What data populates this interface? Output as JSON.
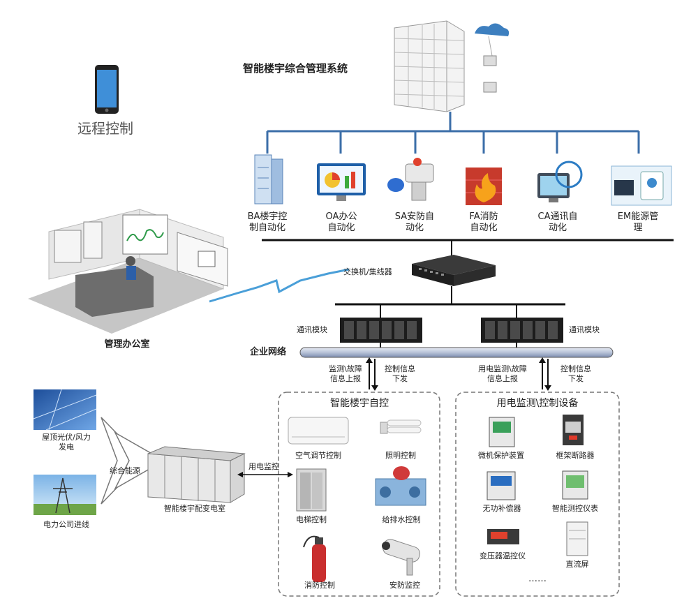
{
  "top_system": {
    "title": "智能楼宇综合管理系统"
  },
  "remote": {
    "label": "远程控制"
  },
  "office": {
    "label": "管理办公室"
  },
  "subsystems": [
    {
      "label": "BA楼宇控\n制自动化"
    },
    {
      "label": "OA办公\n自动化"
    },
    {
      "label": "SA安防自\n动化"
    },
    {
      "label": "FA消防\n自动化"
    },
    {
      "label": "CA通讯自\n动化"
    },
    {
      "label": "EM能源管\n理"
    }
  ],
  "switch": {
    "label": "交换机/集线器"
  },
  "comm_modules": [
    {
      "label": "通讯模块"
    },
    {
      "label": "通讯模块"
    }
  ],
  "network": {
    "label": "企业网络"
  },
  "arrows_left": {
    "up": "监测\\故障\n信息上报",
    "down": "控制信息\n下发"
  },
  "arrows_right": {
    "up": "用电监测\\故障\n信息上报",
    "down": "控制信息\n下发"
  },
  "building_control": {
    "title": "智能楼宇自控",
    "items": [
      "空气调节控制",
      "照明控制",
      "电梯控制",
      "给排水控制",
      "消防控制",
      "安防监控"
    ]
  },
  "power_monitor": {
    "title": "用电监测\\控制设备",
    "items": [
      "微机保护装置",
      "框架断路器",
      "无功补偿器",
      "智能测控仪表",
      "变压器温控仪",
      "直流屏"
    ],
    "more": "……"
  },
  "power_sources": [
    {
      "label": "屋顶光伏/风力\n发电"
    },
    {
      "label": "电力公司进线"
    }
  ],
  "energy": {
    "label": "综合能源"
  },
  "substation": {
    "label": "智能楼宇配变电室"
  },
  "power_link": {
    "label": "用电监控"
  },
  "colors": {
    "bus_blue": "#3b6ea8",
    "line_black": "#111111",
    "wave": "#4a9fd8"
  }
}
